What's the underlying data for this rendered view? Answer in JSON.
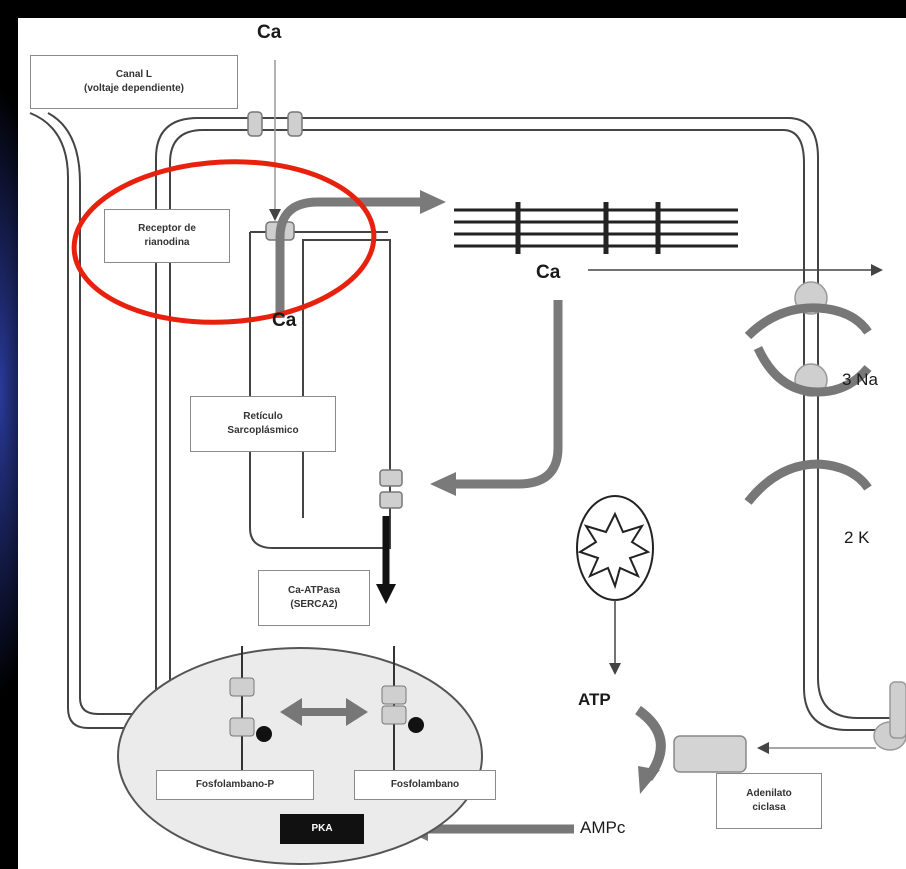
{
  "labels": {
    "ca_top": "Ca",
    "ca_sr_release": "Ca",
    "ca_cytosol": "Ca",
    "sodium": "3 Na",
    "potassium": "2 K",
    "atp": "ATP",
    "ampc": "AMPc"
  },
  "boxes": {
    "canal_l": [
      "Canal L",
      "(voltaje dependiente)"
    ],
    "receptor": [
      "Receptor de",
      "rianodina"
    ],
    "reticulo": [
      "Retículo",
      "Sarcoplásmico"
    ],
    "ca_atpasa": [
      "Ca-ATPasa",
      "(SERCA2)"
    ],
    "fosfolambano_p": "Fosfolambano-P",
    "fosfolambano": "Fosfolambano",
    "pka": "PKA",
    "adenilato": [
      "Adenilato",
      "ciclasa"
    ]
  },
  "colors": {
    "background": "#000000",
    "glow": "#2a3a9a",
    "highlight_circle": "#e8210f",
    "arrow_gray": "#8c8c8c",
    "channel_fill": "#d0d0d0",
    "ellipse_fill": "#ebebeb"
  }
}
